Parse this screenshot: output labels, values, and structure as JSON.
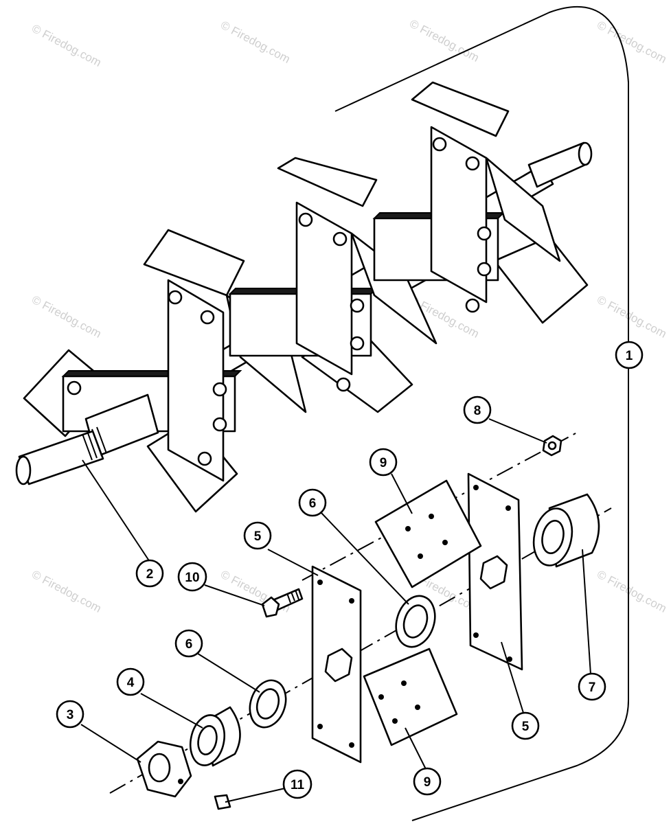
{
  "diagram": {
    "watermark": "© Firedog.com",
    "callouts": [
      {
        "id": "c1",
        "label": "1"
      },
      {
        "id": "c2",
        "label": "2"
      },
      {
        "id": "c3",
        "label": "3"
      },
      {
        "id": "c4",
        "label": "4"
      },
      {
        "id": "c5a",
        "label": "5"
      },
      {
        "id": "c5b",
        "label": "5"
      },
      {
        "id": "c6a",
        "label": "6"
      },
      {
        "id": "c6b",
        "label": "6"
      },
      {
        "id": "c7",
        "label": "7"
      },
      {
        "id": "c8",
        "label": "8"
      },
      {
        "id": "c9a",
        "label": "9"
      },
      {
        "id": "c9b",
        "label": "9"
      },
      {
        "id": "c10",
        "label": "10"
      },
      {
        "id": "c11",
        "label": "11"
      }
    ]
  }
}
